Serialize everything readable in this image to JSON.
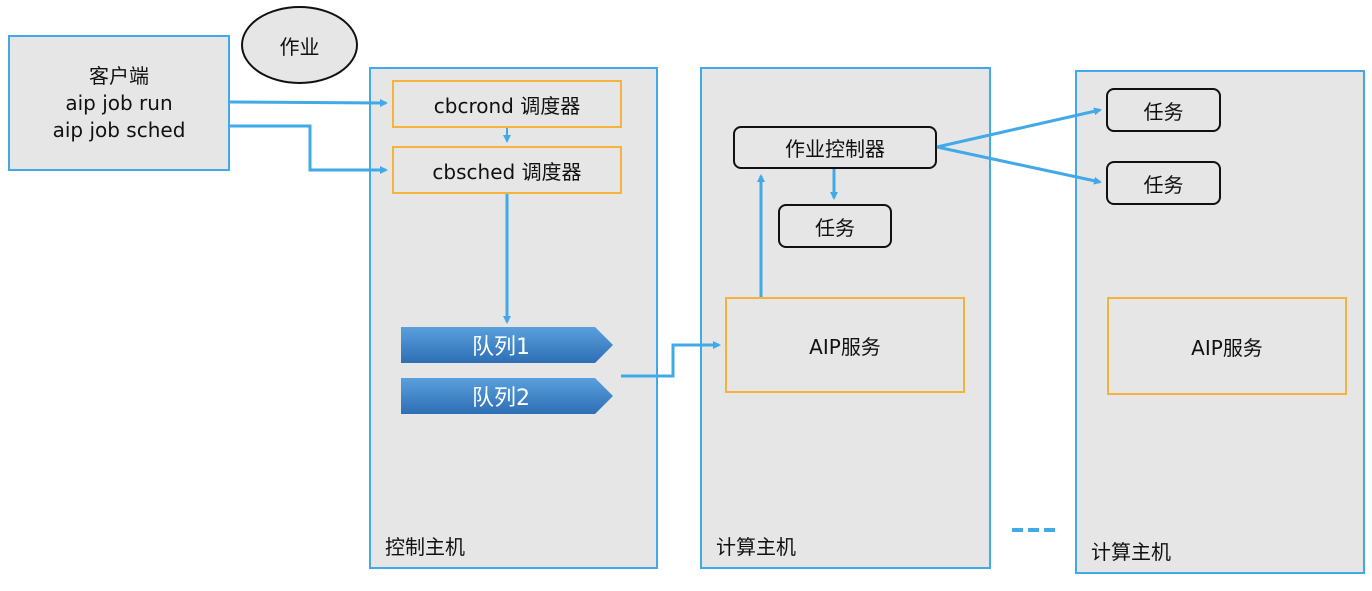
{
  "colors": {
    "arrow": "#41a9e8",
    "host_border": "#41a9e8",
    "service_border": "#f5b33c",
    "fill": "#e6e6e6",
    "queue_top": "#5aa0dc",
    "queue_bottom": "#2e6fb5"
  },
  "client": {
    "line1": "客户端",
    "line2": "aip job run",
    "line3": "aip job sched"
  },
  "job_label": "作业",
  "control_host": {
    "label": "控制主机",
    "cbcrond": "cbcrond 调度器",
    "cbsched": "cbsched 调度器",
    "queue1": "队列1",
    "queue2": "队列2"
  },
  "compute_host_1": {
    "label": "计算主机",
    "controller": "作业控制器",
    "task": "任务",
    "service": "AIP服务"
  },
  "compute_host_2": {
    "label": "计算主机",
    "task1": "任务",
    "task2": "任务",
    "service": "AIP服务"
  }
}
